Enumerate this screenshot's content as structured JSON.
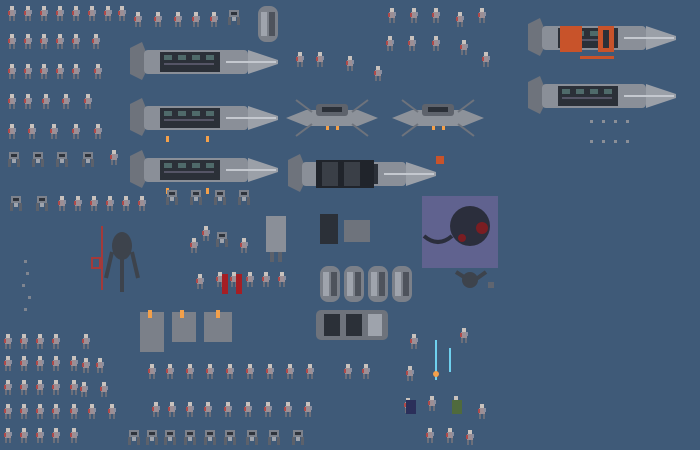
{
  "sheet": {
    "background": "#3f5a78",
    "hull_color": "#8a8f98",
    "dark_panel_color": "#2b3038",
    "accent_orange": "#c8532a",
    "thruster_color": "#f3a04a",
    "portal_color": "#60628f",
    "sprite_groups": [
      "soldier-sprites-left",
      "cargo-rocket-sprites",
      "enemy-saucer-sprites",
      "red-rocket-sprites",
      "creature-sprites",
      "capsule-sprites",
      "robot-sprites",
      "explosion-sprites",
      "small-soldier-sprites",
      "alien-portal-sprite"
    ]
  }
}
